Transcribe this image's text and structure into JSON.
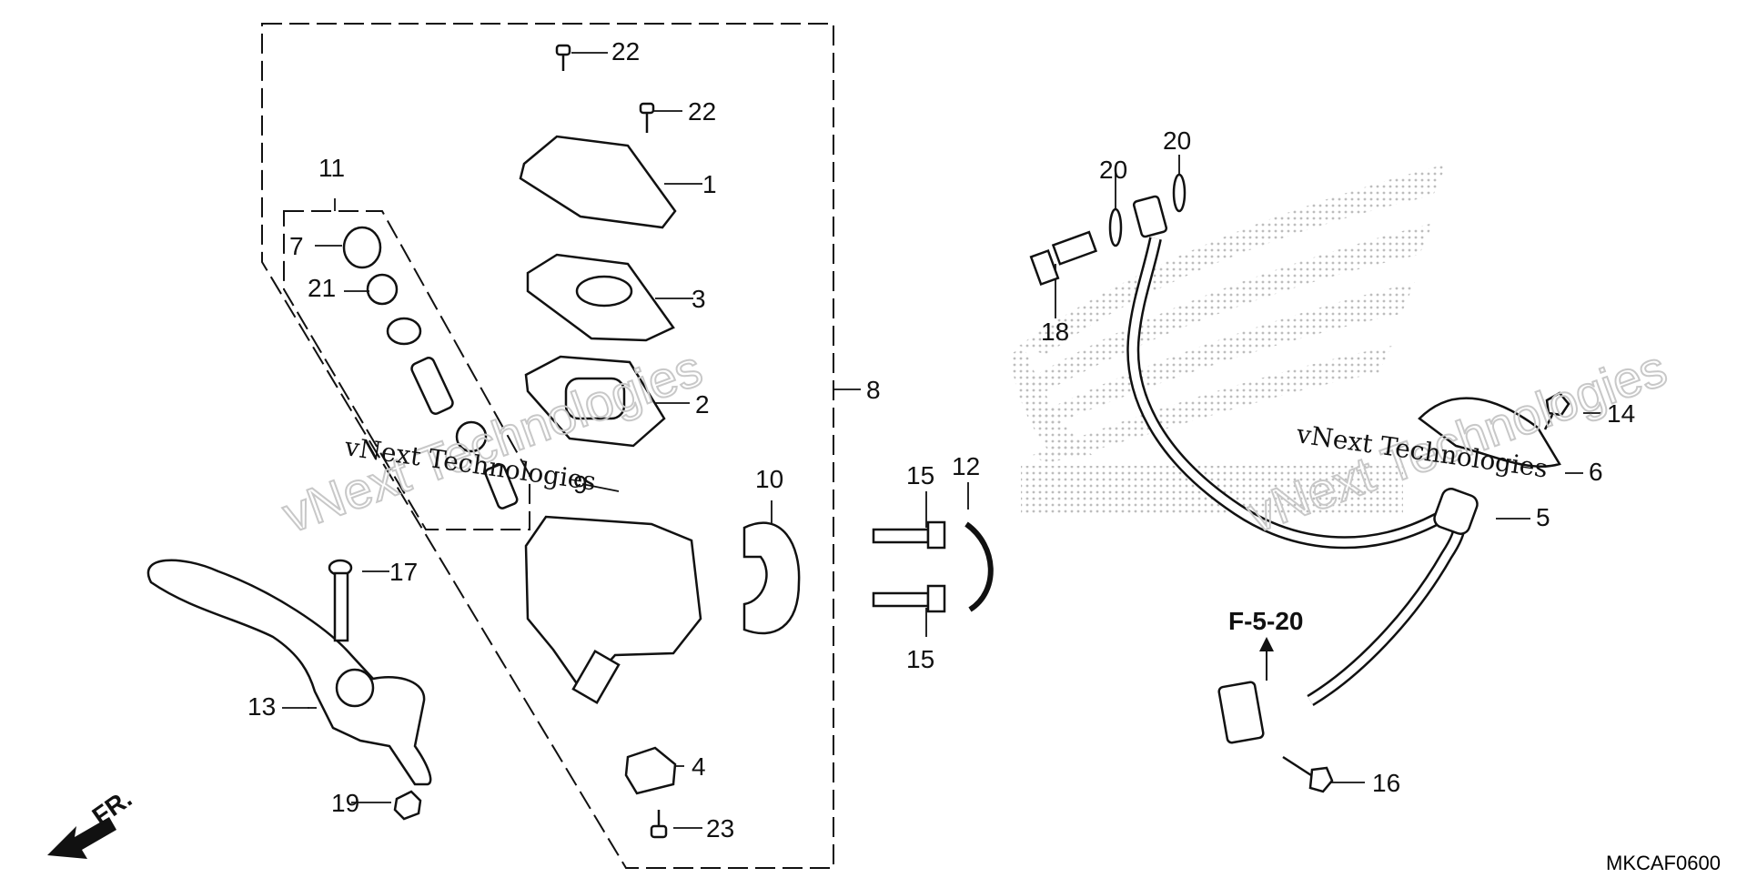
{
  "diagram_code": "MKCAF0600",
  "reference": "F-5-20",
  "direction_label": "FR.",
  "watermark": "vNext Technologies",
  "callouts": [
    "1",
    "2",
    "3",
    "4",
    "5",
    "6",
    "7",
    "8",
    "9",
    "10",
    "11",
    "12",
    "13",
    "14",
    "15",
    "15",
    "16",
    "17",
    "18",
    "19",
    "20",
    "20",
    "21",
    "22",
    "22",
    "23"
  ],
  "colors": {
    "line": "#111111",
    "watermark": "#c8c8c8",
    "dots": "#bdbdbd"
  }
}
